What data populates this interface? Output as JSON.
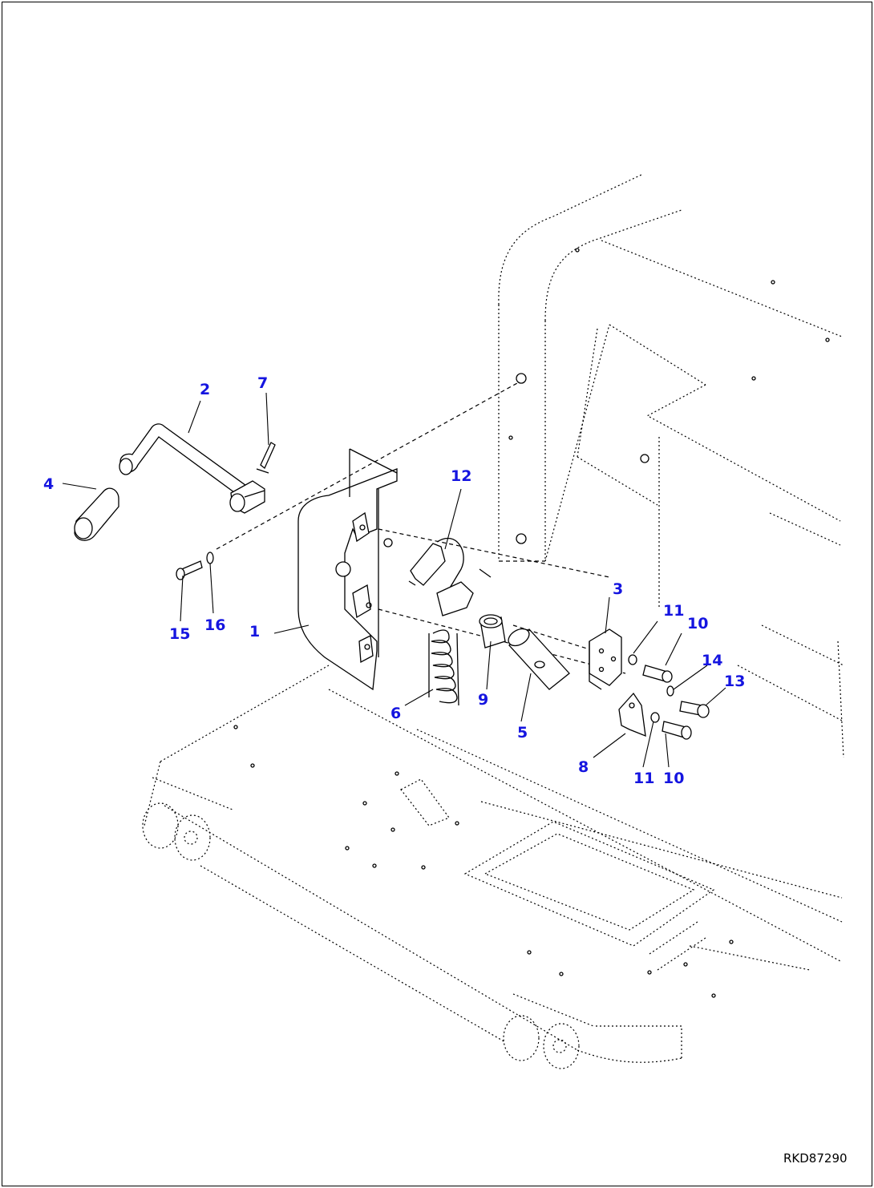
{
  "drawing_number": "RKD87290",
  "callouts": {
    "c1": "1",
    "c2": "2",
    "c3": "3",
    "c4": "4",
    "c5": "5",
    "c6": "6",
    "c7": "7",
    "c8": "8",
    "c9": "9",
    "c10a": "10",
    "c10b": "10",
    "c11a": "11",
    "c11b": "11",
    "c12": "12",
    "c13": "13",
    "c14": "14",
    "c15": "15",
    "c16": "16"
  },
  "colors": {
    "callout": "#1515e0",
    "line": "#000000",
    "background": "#ffffff"
  }
}
